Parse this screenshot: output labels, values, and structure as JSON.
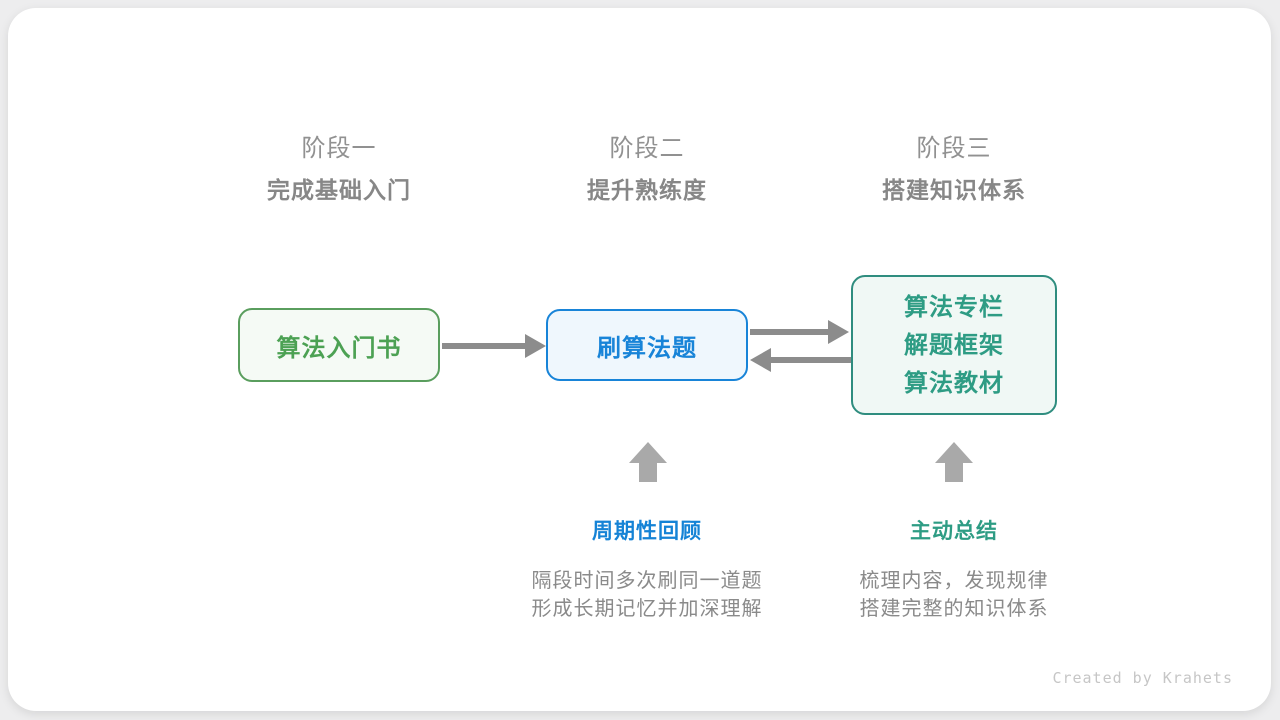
{
  "stages": [
    {
      "label": "阶段一",
      "subtitle": "完成基础入门"
    },
    {
      "label": "阶段二",
      "subtitle": "提升熟练度"
    },
    {
      "label": "阶段三",
      "subtitle": "搭建知识体系"
    }
  ],
  "nodes": {
    "beginner_book": {
      "label": "算法入门书"
    },
    "practice": {
      "label": "刷算法题"
    },
    "resources": {
      "lines": [
        "算法专栏",
        "解题框架",
        "算法教材"
      ]
    }
  },
  "annotations": {
    "review": {
      "title": "周期性回顾",
      "desc_line1": "隔段时间多次刷同一道题",
      "desc_line2": "形成长期记忆并加深理解"
    },
    "summary": {
      "title": "主动总结",
      "desc_line1": "梳理内容，发现规律",
      "desc_line2": "搭建完整的知识体系"
    }
  },
  "credit": "Created by Krahets",
  "colors": {
    "card_background": "#ffffff",
    "page_background": "#ededee",
    "green_node": "#4ca153",
    "blue_node": "#1884d8",
    "teal_node": "#2e9c84",
    "stage_gray": "#919191",
    "body_gray": "#8a8a8a",
    "arrow_gray": "#8c8c8c",
    "up_arrow_gray": "#a9a9a9",
    "credit_gray": "#c6c6c6"
  }
}
